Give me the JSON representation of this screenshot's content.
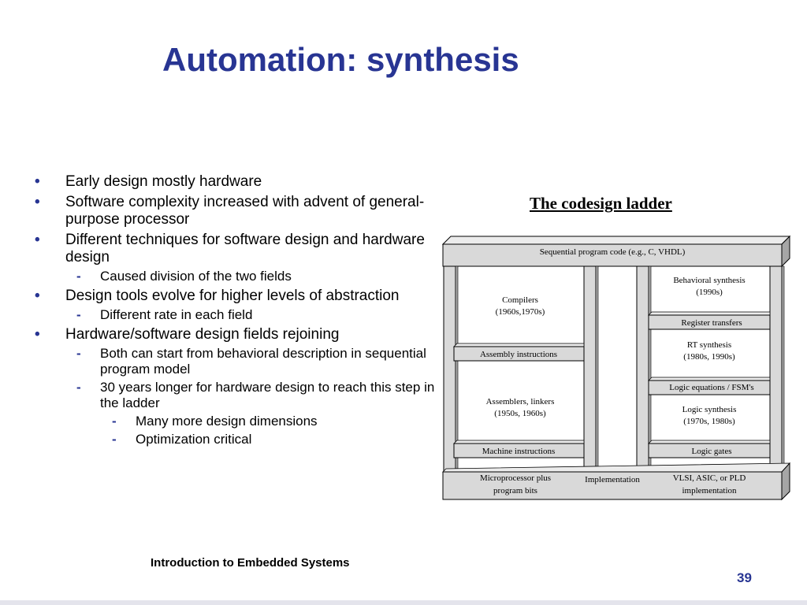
{
  "slide": {
    "title": "Automation: synthesis",
    "footer": "Introduction to Embedded Systems",
    "page_number": "39"
  },
  "bullets": [
    {
      "level": 1,
      "text": "Early design mostly hardware"
    },
    {
      "level": 1,
      "text": "Software complexity increased with advent of general-purpose processor"
    },
    {
      "level": 1,
      "text": "Different techniques for software design and hardware design"
    },
    {
      "level": 2,
      "text": "Caused division of the two fields"
    },
    {
      "level": 1,
      "text": "Design tools evolve for higher levels of abstraction"
    },
    {
      "level": 2,
      "text": "Different rate in each field"
    },
    {
      "level": 1,
      "text": "Hardware/software design fields rejoining"
    },
    {
      "level": 2,
      "text": "Both can start from behavioral description in sequential program model"
    },
    {
      "level": 2,
      "text": "30 years longer for hardware design to reach this step in the ladder"
    },
    {
      "level": 3,
      "text": "Many more design dimensions"
    },
    {
      "level": 3,
      "text": "Optimization critical"
    }
  ],
  "ladder": {
    "title": "The codesign ladder",
    "top_beam": "Sequential program code (e.g., C, VHDL)",
    "software": {
      "compilers": [
        "Compilers",
        "(1960s,1970s)"
      ],
      "assembly": "Assembly instructions",
      "assemblers": [
        "Assemblers, linkers",
        "(1950s, 1960s)"
      ],
      "machine": "Machine instructions"
    },
    "hardware": {
      "behavioral": [
        "Behavioral synthesis",
        "(1990s)"
      ],
      "register_transfers": "Register transfers",
      "rt_synthesis": [
        "RT synthesis",
        "(1980s, 1990s)"
      ],
      "logic_equations": "Logic equations / FSM's",
      "logic_synthesis": [
        "Logic synthesis",
        "(1970s, 1980s)"
      ],
      "logic_gates": "Logic gates"
    },
    "bottom": {
      "microprocessor": [
        "Microprocessor plus",
        "program bits"
      ],
      "implementation": "Implementation",
      "vlsi": [
        "VLSI, ASIC, or PLD",
        "implementation"
      ]
    }
  },
  "colors": {
    "title": "#283593",
    "bullet_marker": "#283593",
    "beam_fill": "#d9d9d9",
    "beam_side": "#a6a6a6"
  }
}
